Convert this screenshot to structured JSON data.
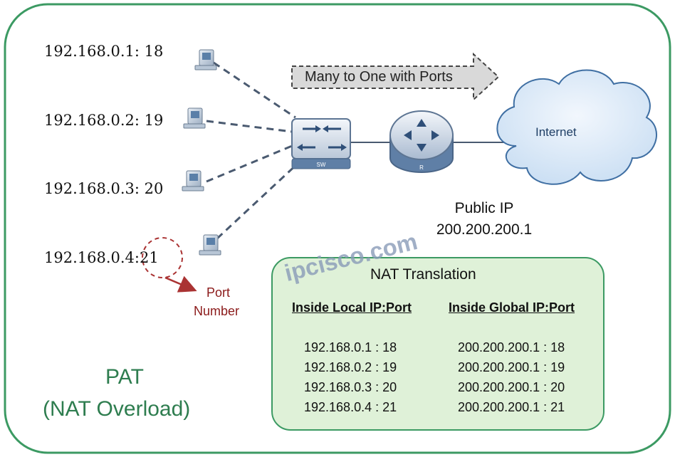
{
  "hosts": [
    {
      "label": "192.168.0.1: 18"
    },
    {
      "label": "192.168.0.2: 19"
    },
    {
      "label": "192.168.0.3: 20"
    },
    {
      "label": "192.168.0.4: 21",
      "ip": "192.168.0.4:",
      "port": "21"
    }
  ],
  "port_annotation": {
    "line1": "Port",
    "line2": "Number"
  },
  "banner": "Many to One with Ports",
  "switch_label": "SW",
  "router_label": "R",
  "internet_label": "Internet",
  "public_ip": {
    "title": "Public IP",
    "address": "200.200.200.1"
  },
  "watermark": "ipcisco.com",
  "nat_table": {
    "title": "NAT Translation",
    "headers": [
      "Inside Local IP:Port",
      "Inside Global IP:Port"
    ],
    "rows": [
      [
        "192.168.0.1 : 18",
        "200.200.200.1 : 18"
      ],
      [
        "192.168.0.2 : 19",
        "200.200.200.1 : 19"
      ],
      [
        "192.168.0.3 : 20",
        "200.200.200.1 : 20"
      ],
      [
        "192.168.0.4 : 21",
        "200.200.200.1 : 21"
      ]
    ]
  },
  "pat_label": {
    "line1": "PAT",
    "line2": "(NAT Overload)"
  },
  "colors": {
    "frame": "#2e8b57",
    "table_fill": "#dff1d8",
    "cloud": "#dbe9f7",
    "link": "#4a5a70",
    "accent_red": "#a33"
  }
}
